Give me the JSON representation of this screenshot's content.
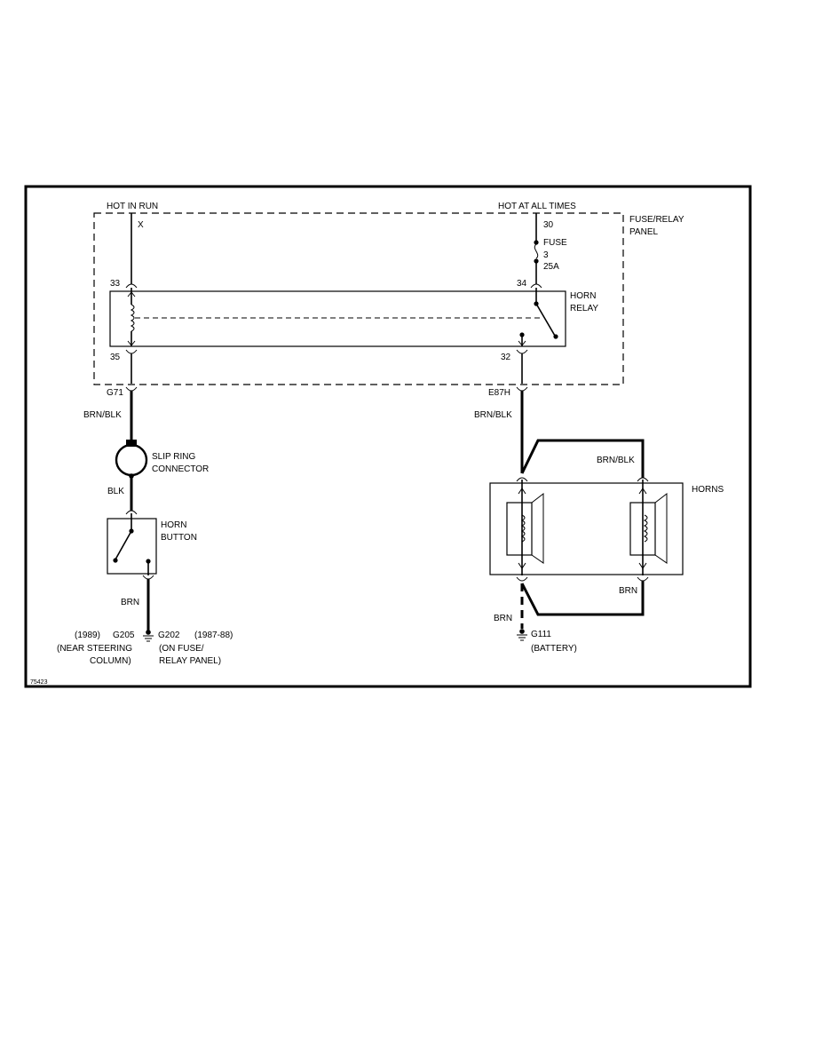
{
  "labels": {
    "hot_in_run": "HOT IN RUN",
    "hot_at_all_times": "HOT AT ALL TIMES",
    "fuse_relay_panel_1": "FUSE/RELAY",
    "fuse_relay_panel_2": "PANEL",
    "x_mark": "X",
    "circuit_30": "30",
    "fuse": "FUSE",
    "fuse_number": "3",
    "fuse_rating": "25A",
    "pin_33": "33",
    "pin_34": "34",
    "pin_35": "35",
    "pin_32": "32",
    "horn_relay_1": "HORN",
    "horn_relay_2": "RELAY",
    "conn_g71": "G71",
    "conn_e87h": "E87H",
    "wire_brn_blk_left": "BRN/BLK",
    "wire_brn_blk_right": "BRN/BLK",
    "wire_brn_blk_horns": "BRN/BLK",
    "slip_ring_1": "SLIP RING",
    "slip_ring_2": "CONNECTOR",
    "wire_blk": "BLK",
    "horn_button_1": "HORN",
    "horn_button_2": "BUTTON",
    "wire_brn_left": "BRN",
    "wire_brn_horns": "BRN",
    "wire_brn_ground": "BRN",
    "horns": "HORNS",
    "g205_year": "(1989)",
    "g205": "G205",
    "g205_loc_1": "(NEAR STEERING",
    "g205_loc_2": "COLUMN)",
    "g202": "G202",
    "g202_year": "(1987-88)",
    "g202_loc_1": "(ON FUSE/",
    "g202_loc_2": "RELAY PANEL)",
    "g111": "G111",
    "g111_loc": "(BATTERY)",
    "figure_id": "75423"
  }
}
